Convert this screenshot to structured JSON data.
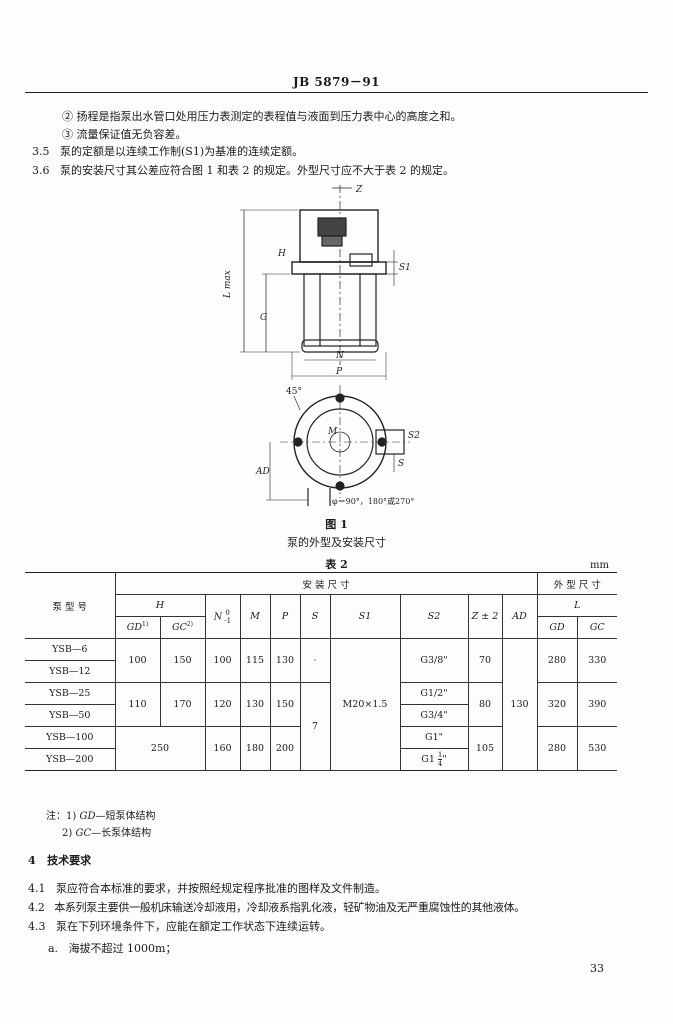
{
  "header": "JB 5879－91",
  "notes_top": [
    "② 扬程是指泵出水管口处用压力表测定的表程值与液面到压力表中心的高度之和。",
    "③ 流量保证值无负容差。"
  ],
  "clauses_top": [
    {
      "num": "3.5",
      "text": "泵的定额是以连续工作制(S1)为基准的连续定额。"
    },
    {
      "num": "3.6",
      "text": "泵的安装尺寸其公差应符合图 1 和表 2 的规定。外型尺寸应不大于表 2 的规定。"
    }
  ],
  "figure": {
    "labels": {
      "z": "Z",
      "h": "H",
      "hmax": "L max",
      "g": "G",
      "s1": "S1",
      "n": "N",
      "p": "P",
      "angle45": "45°",
      "m": "M",
      "ad": "AD",
      "s": "S",
      "s2": "S2",
      "phi": "φ＝90°，180°或270°"
    },
    "caption": "图 1",
    "subcaption": "泵的外型及安装尺寸"
  },
  "table": {
    "title": "表 2",
    "unit": "mm",
    "h_model": "泵 型 号",
    "h_install": "安 装 尺 寸",
    "h_outline": "外 型 尺 寸",
    "h_H": "H",
    "h_N": "N",
    "h_N_tol_top": "0",
    "h_N_tol_bot": "-1",
    "h_M": "M",
    "h_P": "P",
    "h_S": "S",
    "h_S1": "S1",
    "h_S2": "S2",
    "h_Z": "Z ± 2",
    "h_AD": "AD",
    "h_L": "L",
    "h_GD": "GD",
    "h_GC": "GC",
    "h_GD_sup": "1)",
    "h_GC_sup": "2)",
    "models": [
      "YSB—6",
      "YSB—12",
      "YSB—25",
      "YSB—50",
      "YSB—100",
      "YSB—200"
    ],
    "g1": {
      "H_GD": "100",
      "H_GC": "150",
      "N": "100",
      "M": "115",
      "P": "130",
      "S2a": "G3/8\"",
      "Z": "70",
      "L_GD": "280",
      "L_GC": "330"
    },
    "g2": {
      "H_GD": "110",
      "H_GC": "170",
      "N": "120",
      "M": "130",
      "P": "150",
      "S2a": "G1/2\"",
      "S2b": "G3/4\"",
      "Z": "80",
      "L_GD": "320",
      "L_GC": "390"
    },
    "g3": {
      "H": "250",
      "N": "160",
      "M": "180",
      "P": "200",
      "S2a": "G1\"",
      "S2b_pre": "G1",
      "S2b_num": "1",
      "S2b_den": "4",
      "S2b_post": "\"",
      "Z": "105",
      "L_GD": "280",
      "L_GC": "530"
    },
    "S_g1": "·",
    "S_common": "7",
    "S1_common": "M20×1.5",
    "AD_common": "130"
  },
  "table_notes": [
    {
      "label": "注：1)",
      "code": "GD",
      "text": "—短泵体结构"
    },
    {
      "label": "2)",
      "code": "GC",
      "text": "—长泵体结构"
    }
  ],
  "section4": {
    "num": "4",
    "title": "技术要求"
  },
  "clauses": [
    {
      "num": "4.1",
      "text": "泵应符合本标准的要求，并按照经规定程序批准的图样及文件制造。"
    },
    {
      "num": "4.2",
      "text": "本系列泵主要供一般机床输送冷却液用，冷却液系指乳化液，轻矿物油及无严重腐蚀性的其他液体。"
    },
    {
      "num": "4.3",
      "text": "泵在下列环境条件下，应能在额定工作状态下连续运转。"
    }
  ],
  "item_a": {
    "label": "a.",
    "text": "海拔不超过 1000m；"
  },
  "page_number": "33"
}
